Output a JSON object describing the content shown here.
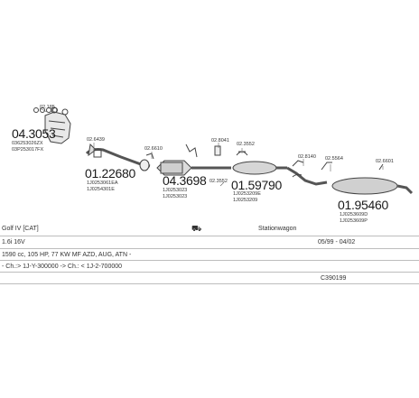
{
  "parts": [
    {
      "id": "p-02185",
      "number": "02.185"
    },
    {
      "id": "p-0430533",
      "number": "04.3053"
    },
    {
      "id": "p-oem-a",
      "number": "036253026ZX"
    },
    {
      "id": "p-oem-b",
      "number": "03P253017FX"
    },
    {
      "id": "p-0226439",
      "number": "02.6439"
    },
    {
      "id": "p-0122680",
      "number": "01.22680"
    },
    {
      "id": "p-oem-c",
      "number": "1J0253061EA"
    },
    {
      "id": "p-oem-d",
      "number": "1J0254301E"
    },
    {
      "id": "p-0226610",
      "number": "02.6610"
    },
    {
      "id": "p-0436981",
      "number": "04.3698"
    },
    {
      "id": "p-oem-e",
      "number": "1J0253023"
    },
    {
      "id": "p-oem-f",
      "number": "1J0253023"
    },
    {
      "id": "p-0228041",
      "number": "02.8041"
    },
    {
      "id": "p-0229552a",
      "number": "02.3552"
    },
    {
      "id": "p-0229552b",
      "number": "02.3552"
    },
    {
      "id": "p-0115979",
      "number": "01.59790"
    },
    {
      "id": "p-oem-g",
      "number": "1J0253209E"
    },
    {
      "id": "p-oem-h",
      "number": "1J0253209"
    },
    {
      "id": "p-0228140",
      "number": "02.8140"
    },
    {
      "id": "p-0225564",
      "number": "02.5564"
    },
    {
      "id": "p-0226601",
      "number": "02.6601"
    },
    {
      "id": "p-0195460",
      "number": "01.95460"
    },
    {
      "id": "p-oem-i",
      "number": "1J0253609D"
    },
    {
      "id": "p-oem-j",
      "number": "1J0253609P"
    }
  ],
  "info": {
    "row1": {
      "model": "Golf IV  [CAT]",
      "body": "Stationwagon"
    },
    "row2": {
      "engine": "1.6i 16V",
      "years": "05/99 - 04/02"
    },
    "row3": {
      "spec": "1590 cc, 105 HP, 77 KW MF AZD, AUG, ATN -"
    },
    "row4": {
      "notes": "- Ch.:> 1J-Y-300000 -> Ch.: < 1J-2-700000"
    },
    "row5": {
      "code": "C390199"
    }
  }
}
